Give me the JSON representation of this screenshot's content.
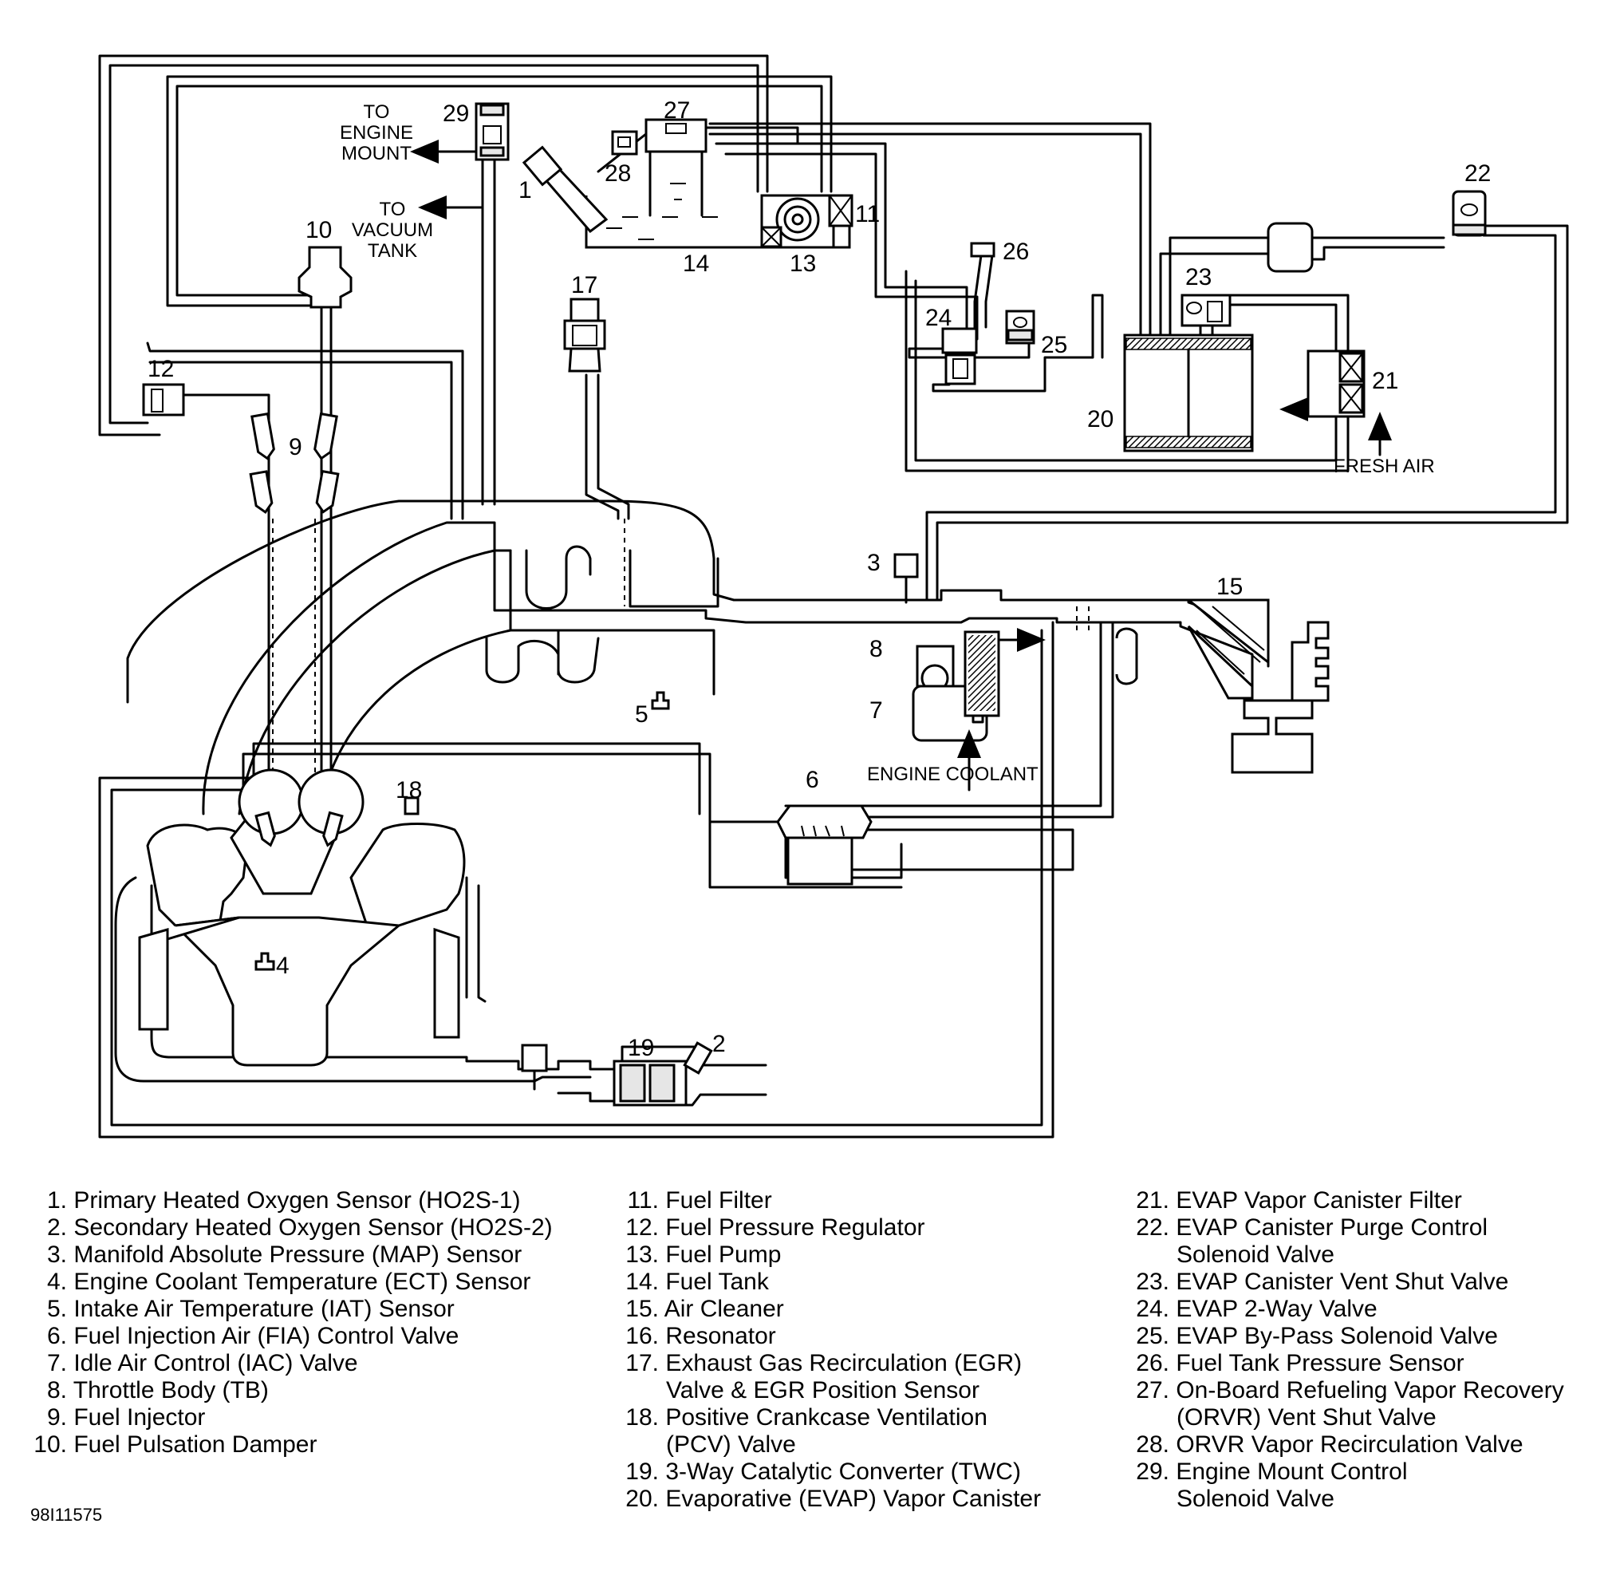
{
  "callouts": {
    "c1": "1",
    "c2": "2",
    "c3": "3",
    "c4": "4",
    "c5": "5",
    "c6": "6",
    "c7": "7",
    "c8": "8",
    "c9": "9",
    "c10": "10",
    "c11": "11",
    "c12": "12",
    "c13": "13",
    "c14": "14",
    "c15": "15",
    "c17": "17",
    "c18": "18",
    "c19": "19",
    "c20": "20",
    "c21": "21",
    "c22": "22",
    "c23": "23",
    "c24": "24",
    "c25": "25",
    "c26": "26",
    "c27": "27",
    "c28": "28",
    "c29": "29"
  },
  "annotations": {
    "to": "TO",
    "engine": "ENGINE",
    "mount": "MOUNT",
    "vacuum": "VACUUM",
    "tank": "TANK",
    "fresh_air": "FRESH AIR",
    "engine_coolant": "ENGINE COOLANT"
  },
  "legend": [
    {
      "num": "1.",
      "text": "Primary Heated Oxygen Sensor (HO2S-1)"
    },
    {
      "num": "2.",
      "text": "Secondary Heated Oxygen Sensor (HO2S-2)"
    },
    {
      "num": "3.",
      "text": "Manifold Absolute Pressure (MAP) Sensor"
    },
    {
      "num": "4.",
      "text": "Engine Coolant Temperature (ECT) Sensor"
    },
    {
      "num": "5.",
      "text": "Intake Air Temperature (IAT) Sensor"
    },
    {
      "num": "6.",
      "text": "Fuel Injection Air (FIA) Control Valve"
    },
    {
      "num": "7.",
      "text": "Idle Air Control (IAC) Valve"
    },
    {
      "num": "8.",
      "text": "Throttle Body (TB)"
    },
    {
      "num": "9.",
      "text": "Fuel Injector"
    },
    {
      "num": "10.",
      "text": "Fuel Pulsation Damper"
    },
    {
      "num": "11.",
      "text": "Fuel Filter"
    },
    {
      "num": "12.",
      "text": "Fuel Pressure Regulator"
    },
    {
      "num": "13.",
      "text": "Fuel Pump"
    },
    {
      "num": "14.",
      "text": "Fuel Tank"
    },
    {
      "num": "15.",
      "text": "Air Cleaner"
    },
    {
      "num": "16.",
      "text": "Resonator"
    },
    {
      "num": "17.",
      "text": "Exhaust Gas Recirculation (EGR)",
      "text2": "Valve & EGR Position Sensor"
    },
    {
      "num": "18.",
      "text": "Positive Crankcase Ventilation",
      "text2": "(PCV) Valve"
    },
    {
      "num": "19.",
      "text": "3-Way Catalytic Converter (TWC)"
    },
    {
      "num": "20.",
      "text": "Evaporative (EVAP) Vapor Canister"
    },
    {
      "num": "21.",
      "text": "EVAP Vapor Canister Filter"
    },
    {
      "num": "22.",
      "text": "EVAP Canister Purge Control",
      "text2": "Solenoid Valve"
    },
    {
      "num": "23.",
      "text": "EVAP Canister Vent Shut Valve"
    },
    {
      "num": "24.",
      "text": "EVAP 2-Way Valve"
    },
    {
      "num": "25.",
      "text": "EVAP By-Pass Solenoid Valve"
    },
    {
      "num": "26.",
      "text": "Fuel Tank Pressure Sensor"
    },
    {
      "num": "27.",
      "text": "On-Board Refueling Vapor Recovery",
      "text2": "(ORVR) Vent Shut Valve"
    },
    {
      "num": "28.",
      "text": "ORVR Vapor Recirculation Valve"
    },
    {
      "num": "29.",
      "text": "Engine Mount Control",
      "text2": "Solenoid Valve"
    }
  ],
  "figure_id": "98I11575"
}
